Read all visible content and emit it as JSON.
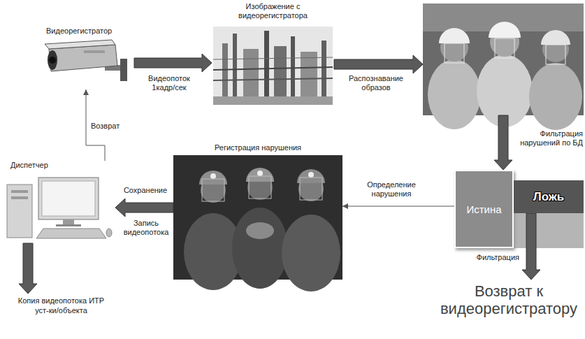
{
  "diagram": {
    "nodes": [
      {
        "text": [
          "Видеорегистратор"
        ]
      },
      {
        "text": [
          "Изображение с видеорегистратора"
        ]
      },
      {
        "text": []
      },
      {
        "text": [
          "Истина"
        ]
      },
      {
        "text": [
          "Ложь"
        ]
      },
      {
        "text": [
          "Регистрация нарушения"
        ]
      },
      {
        "text": [
          "Диспетчер"
        ]
      },
      {
        "text": [
          "Возврат к видеорегистратору"
        ]
      },
      {
        "text": [
          "Копия видеопотока ИТР уст-ки/объекта"
        ]
      }
    ],
    "edges": [
      {
        "from": 0,
        "to": 1,
        "arrow": "to",
        "label": "Видеопоток 1кадр/сек"
      },
      {
        "from": 1,
        "to": 2,
        "arrow": "to",
        "label": "Распознавание образов"
      },
      {
        "from": 2,
        "to": 3,
        "arrow": "to",
        "label": "Фильтрация нарушений по БД"
      },
      {
        "from": 3,
        "to": 5,
        "arrow": "to",
        "label": "Определение нарушения"
      },
      {
        "from": 4,
        "to": 7,
        "arrow": "to",
        "label": "Фильтрация"
      },
      {
        "from": 5,
        "to": 6,
        "arrow": "to",
        "label": "Сохранение"
      },
      {
        "from": 6,
        "to": 0,
        "arrow": "to",
        "label": "Возврат"
      },
      {
        "from": 6,
        "to": 8,
        "arrow": "to"
      }
    ],
    "labels": [
      "Запись видеопотока"
    ]
  }
}
